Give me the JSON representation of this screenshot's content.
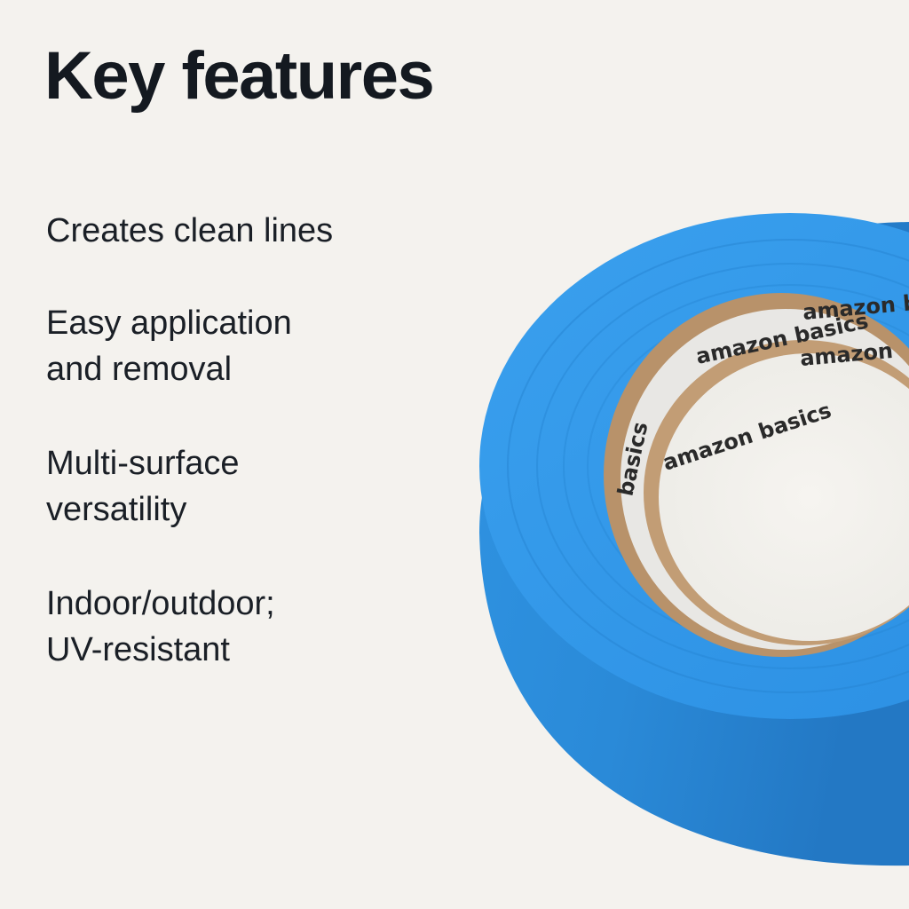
{
  "title": "Key features",
  "features": [
    "Creates clean lines",
    "Easy application\nand removal",
    "Multi-surface\nversatility",
    "Indoor/outdoor;\nUV-resistant"
  ],
  "product": {
    "core_text": [
      "amazon basics",
      "amazon",
      "amazon basics",
      "amazon basics",
      "basics"
    ],
    "tape_color": "#2a8fe0",
    "core_color": "#b8926a"
  }
}
